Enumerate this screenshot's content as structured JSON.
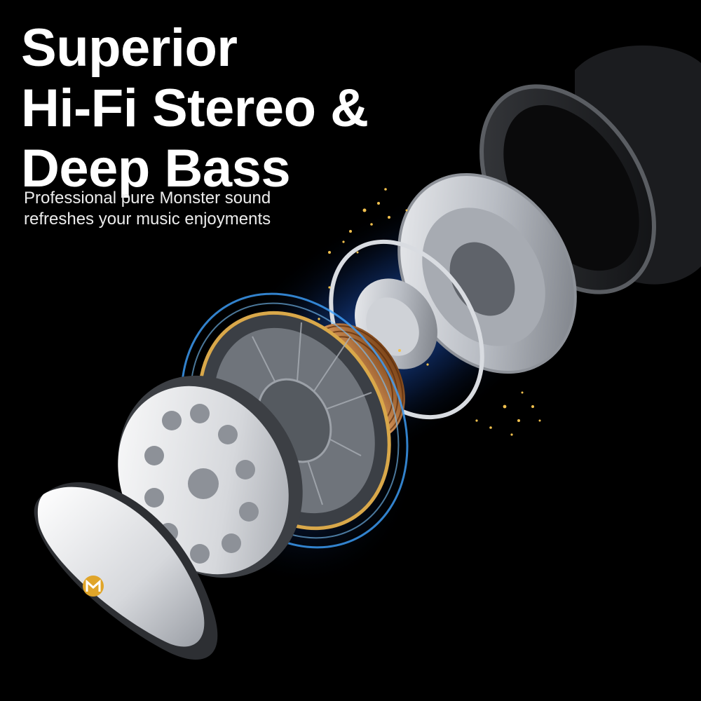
{
  "headline": {
    "line1": "Superior",
    "line2": "Hi-Fi Stereo &",
    "line3": "Deep Bass"
  },
  "subtitle": {
    "line1": "Professional pure Monster sound",
    "line2": "refreshes your music enjoyments"
  },
  "colors": {
    "background": "#000000",
    "glow": "#1e5fd8",
    "coil": "#c77a3a",
    "metal": "#c9ccd2",
    "sparkle": "#f2c14e",
    "logo": "#e0a52a"
  },
  "icons": {
    "brand_logo": "monster-m-logo-icon"
  }
}
